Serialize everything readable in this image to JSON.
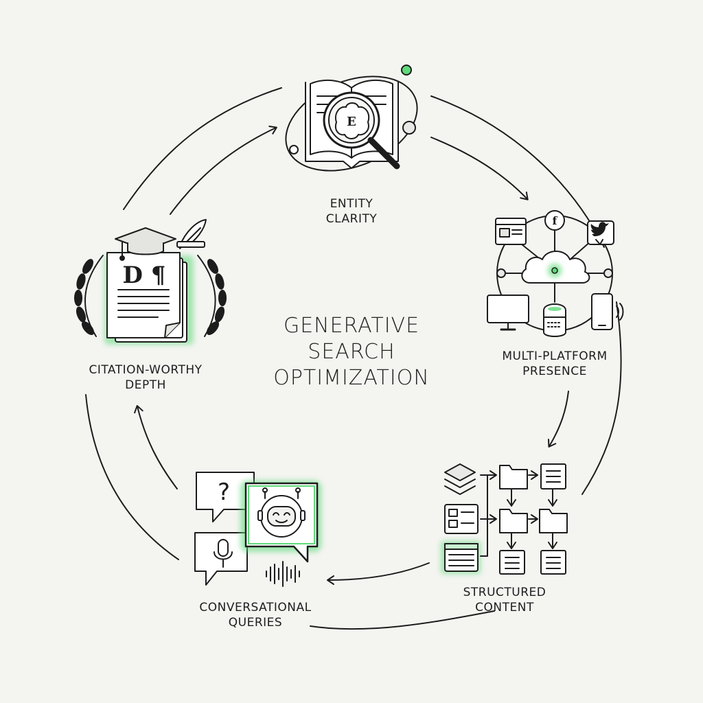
{
  "title": {
    "line1": "GENERATIVE",
    "line2": "SEARCH",
    "line3": "OPTIMIZATION"
  },
  "nodes": [
    {
      "id": "entity",
      "line1": "ENTITY",
      "line2": "CLARITY",
      "icon": "book-magnifier-brain-icon",
      "badge": "E"
    },
    {
      "id": "platform",
      "line1": "MULTI-PLATFORM",
      "line2": "PRESENCE",
      "icon": "cloud-network-devices-icon"
    },
    {
      "id": "structured",
      "line1": "STRUCTURED",
      "line2": "CONTENT",
      "icon": "structured-files-icon"
    },
    {
      "id": "conversational",
      "line1": "CONVERSATIONAL",
      "line2": "QUERIES",
      "icon": "chat-robot-icon",
      "badge": "?"
    },
    {
      "id": "citation",
      "line1": "CITATION-WORTHY",
      "line2": "DEPTH",
      "icon": "document-laurel-icon",
      "badge": "D ¶"
    }
  ],
  "colors": {
    "line": "#1c1c1c",
    "accent": "#5fd97a",
    "accent_soft": "#c9f3d2",
    "background": "#f4f4f1"
  }
}
